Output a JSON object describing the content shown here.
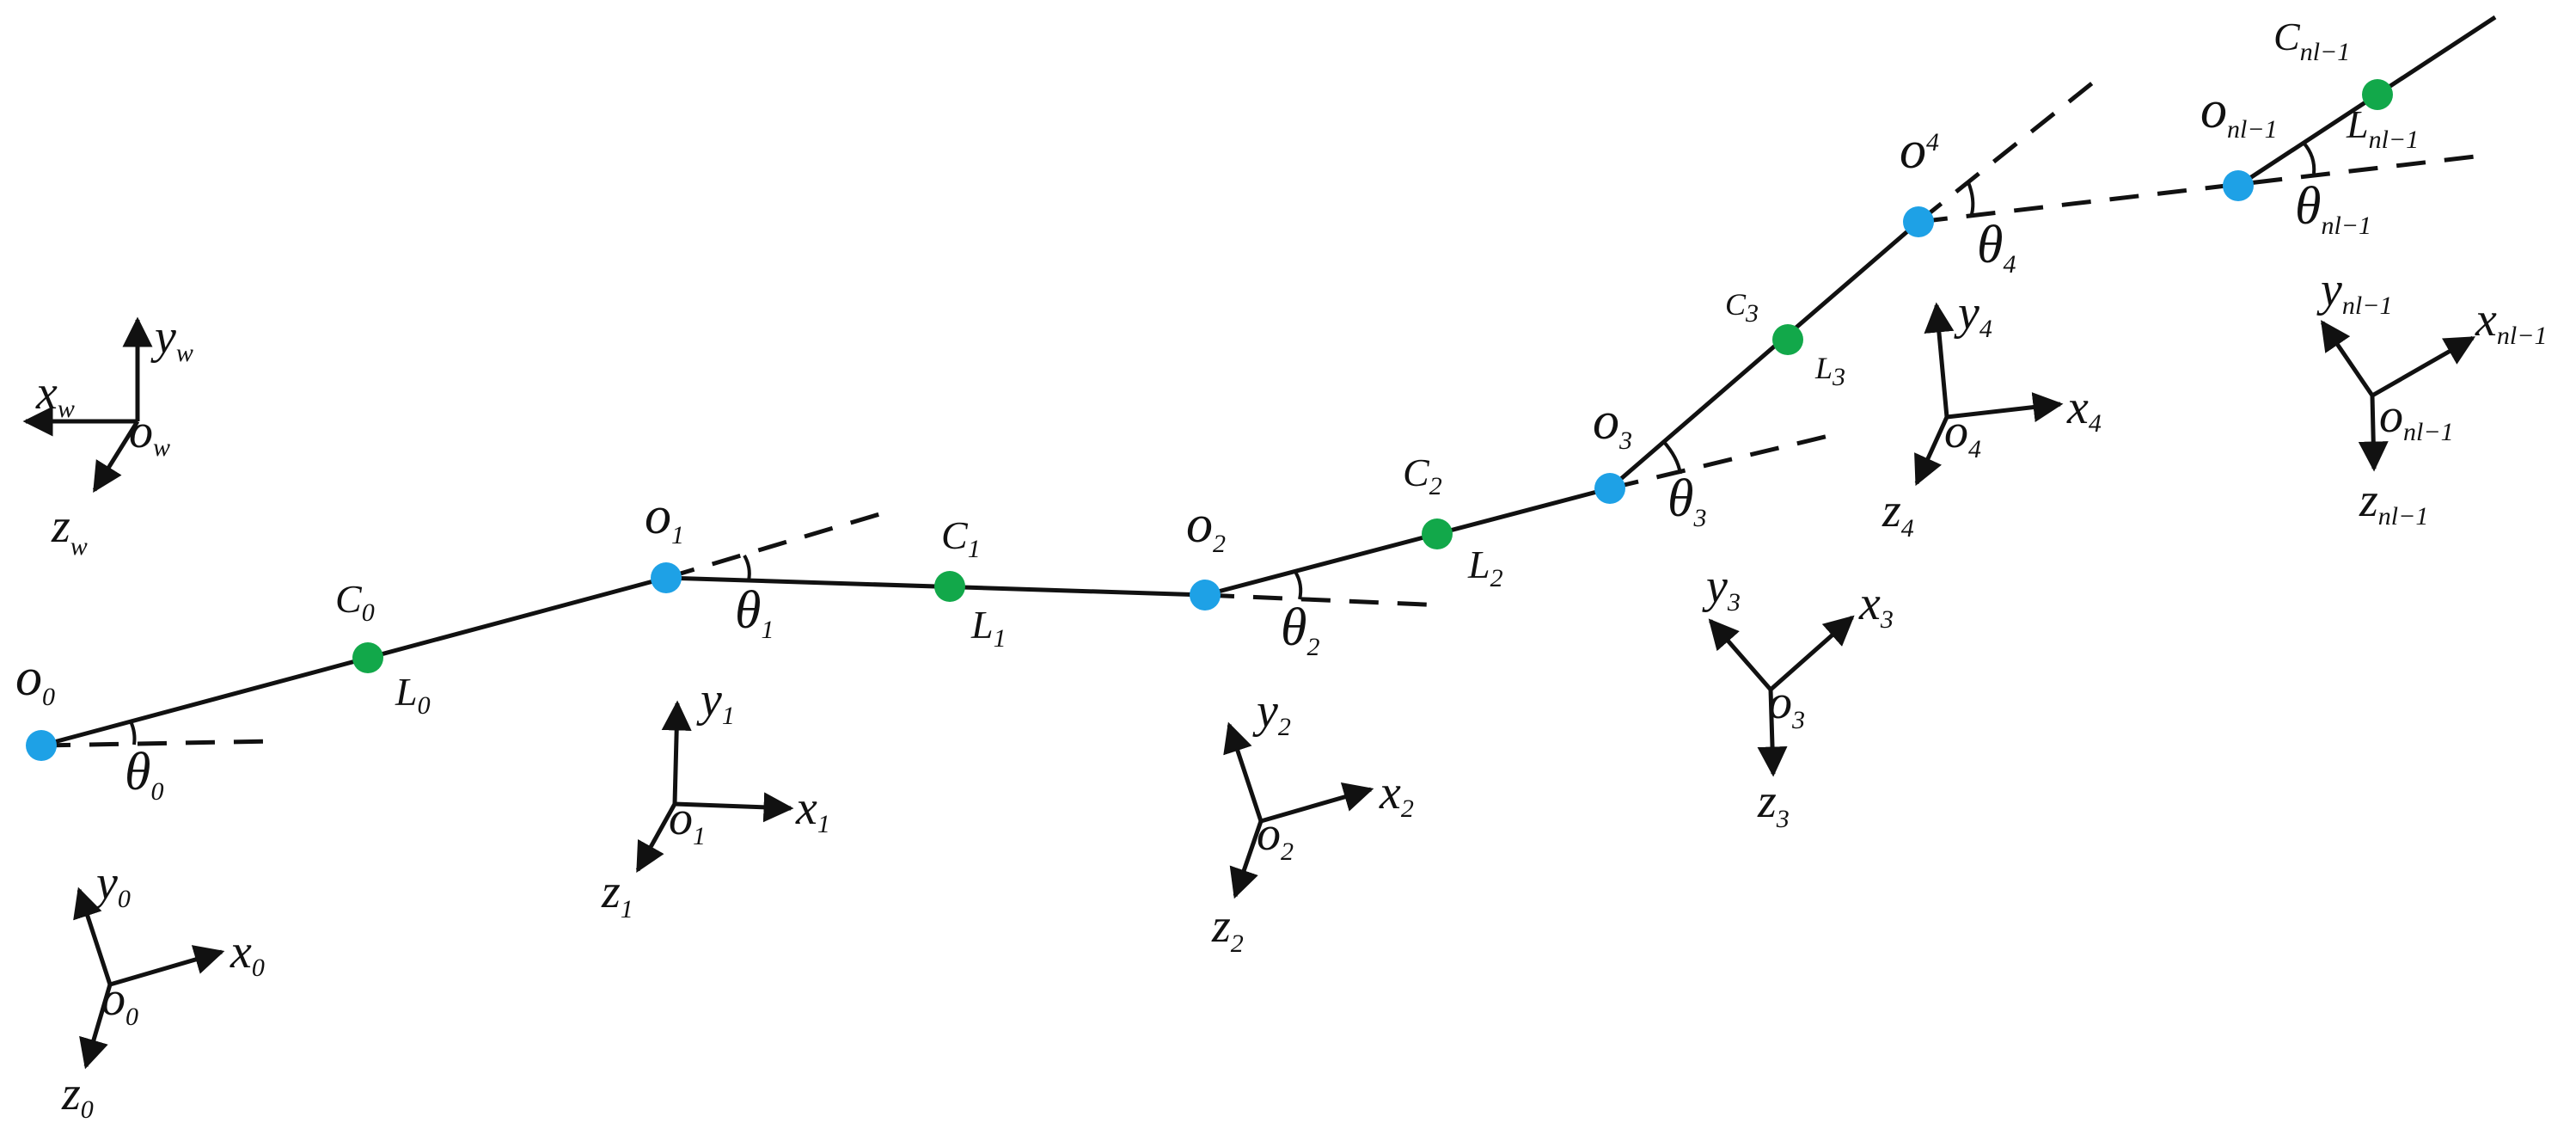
{
  "colors": {
    "joint": "#1ea1e6",
    "com": "#12a84a",
    "ink": "#111111"
  },
  "world_frame": {
    "x": "x",
    "x_sub": "w",
    "y": "y",
    "y_sub": "w",
    "z": "z",
    "z_sub": "w",
    "o": "o",
    "o_sub": "w"
  },
  "joints": [
    {
      "o": "o",
      "sub": "0"
    },
    {
      "o": "o",
      "sub": "1"
    },
    {
      "o": "o",
      "sub": "2"
    },
    {
      "o": "o",
      "sub": "3"
    },
    {
      "o": "o",
      "sub": "4"
    },
    {
      "o": "o",
      "sub": "nl−1"
    }
  ],
  "links": [
    {
      "c": "C",
      "c_sub": "0",
      "l": "L",
      "l_sub": "0"
    },
    {
      "c": "C",
      "c_sub": "1",
      "l": "L",
      "l_sub": "1"
    },
    {
      "c": "C",
      "c_sub": "2",
      "l": "L",
      "l_sub": "2"
    },
    {
      "c": "C",
      "c_sub": "3",
      "l": "L",
      "l_sub": "3"
    },
    {
      "c": "C",
      "c_sub": "nl−1",
      "l": "L",
      "l_sub": "nl−1"
    }
  ],
  "angles": [
    {
      "t": "θ",
      "sub": "0"
    },
    {
      "t": "θ",
      "sub": "1"
    },
    {
      "t": "θ",
      "sub": "2"
    },
    {
      "t": "θ",
      "sub": "3"
    },
    {
      "t": "θ",
      "sub": "4"
    },
    {
      "t": "θ",
      "sub": "nl−1"
    }
  ],
  "local_frames": [
    {
      "x": "x",
      "y": "y",
      "z": "z",
      "o": "o",
      "sub": "0"
    },
    {
      "x": "x",
      "y": "y",
      "z": "z",
      "o": "o",
      "sub": "1"
    },
    {
      "x": "x",
      "y": "y",
      "z": "z",
      "o": "o",
      "sub": "2"
    },
    {
      "x": "x",
      "y": "y",
      "z": "z",
      "o": "o",
      "sub": "3"
    },
    {
      "x": "x",
      "y": "y",
      "z": "z",
      "o": "o",
      "sub": "4"
    },
    {
      "x": "x",
      "y": "y",
      "z": "z",
      "o": "o",
      "sub": "nl−1"
    }
  ]
}
